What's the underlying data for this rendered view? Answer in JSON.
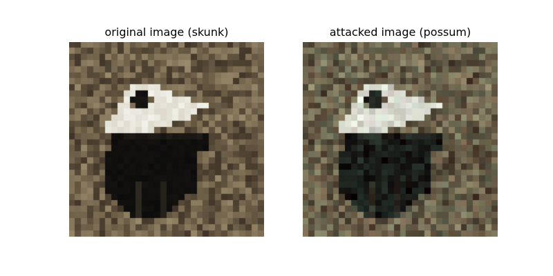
{
  "figure": {
    "panels": [
      {
        "title": "original image (skunk)",
        "subject": "skunk",
        "style": "clean"
      },
      {
        "title": "attacked image (possum)",
        "subject": "skunk",
        "style": "adversarial-noise"
      }
    ]
  },
  "colors": {
    "background": "#ffffff",
    "title": "#000000",
    "ground_base": "#6b5c45",
    "ground_dark": "#3f3427",
    "ground_light": "#9a8a6c",
    "fur_white": "#f2f2ea",
    "fur_black": "#0c0c0c",
    "noise_tint": "#5a7a6a"
  }
}
